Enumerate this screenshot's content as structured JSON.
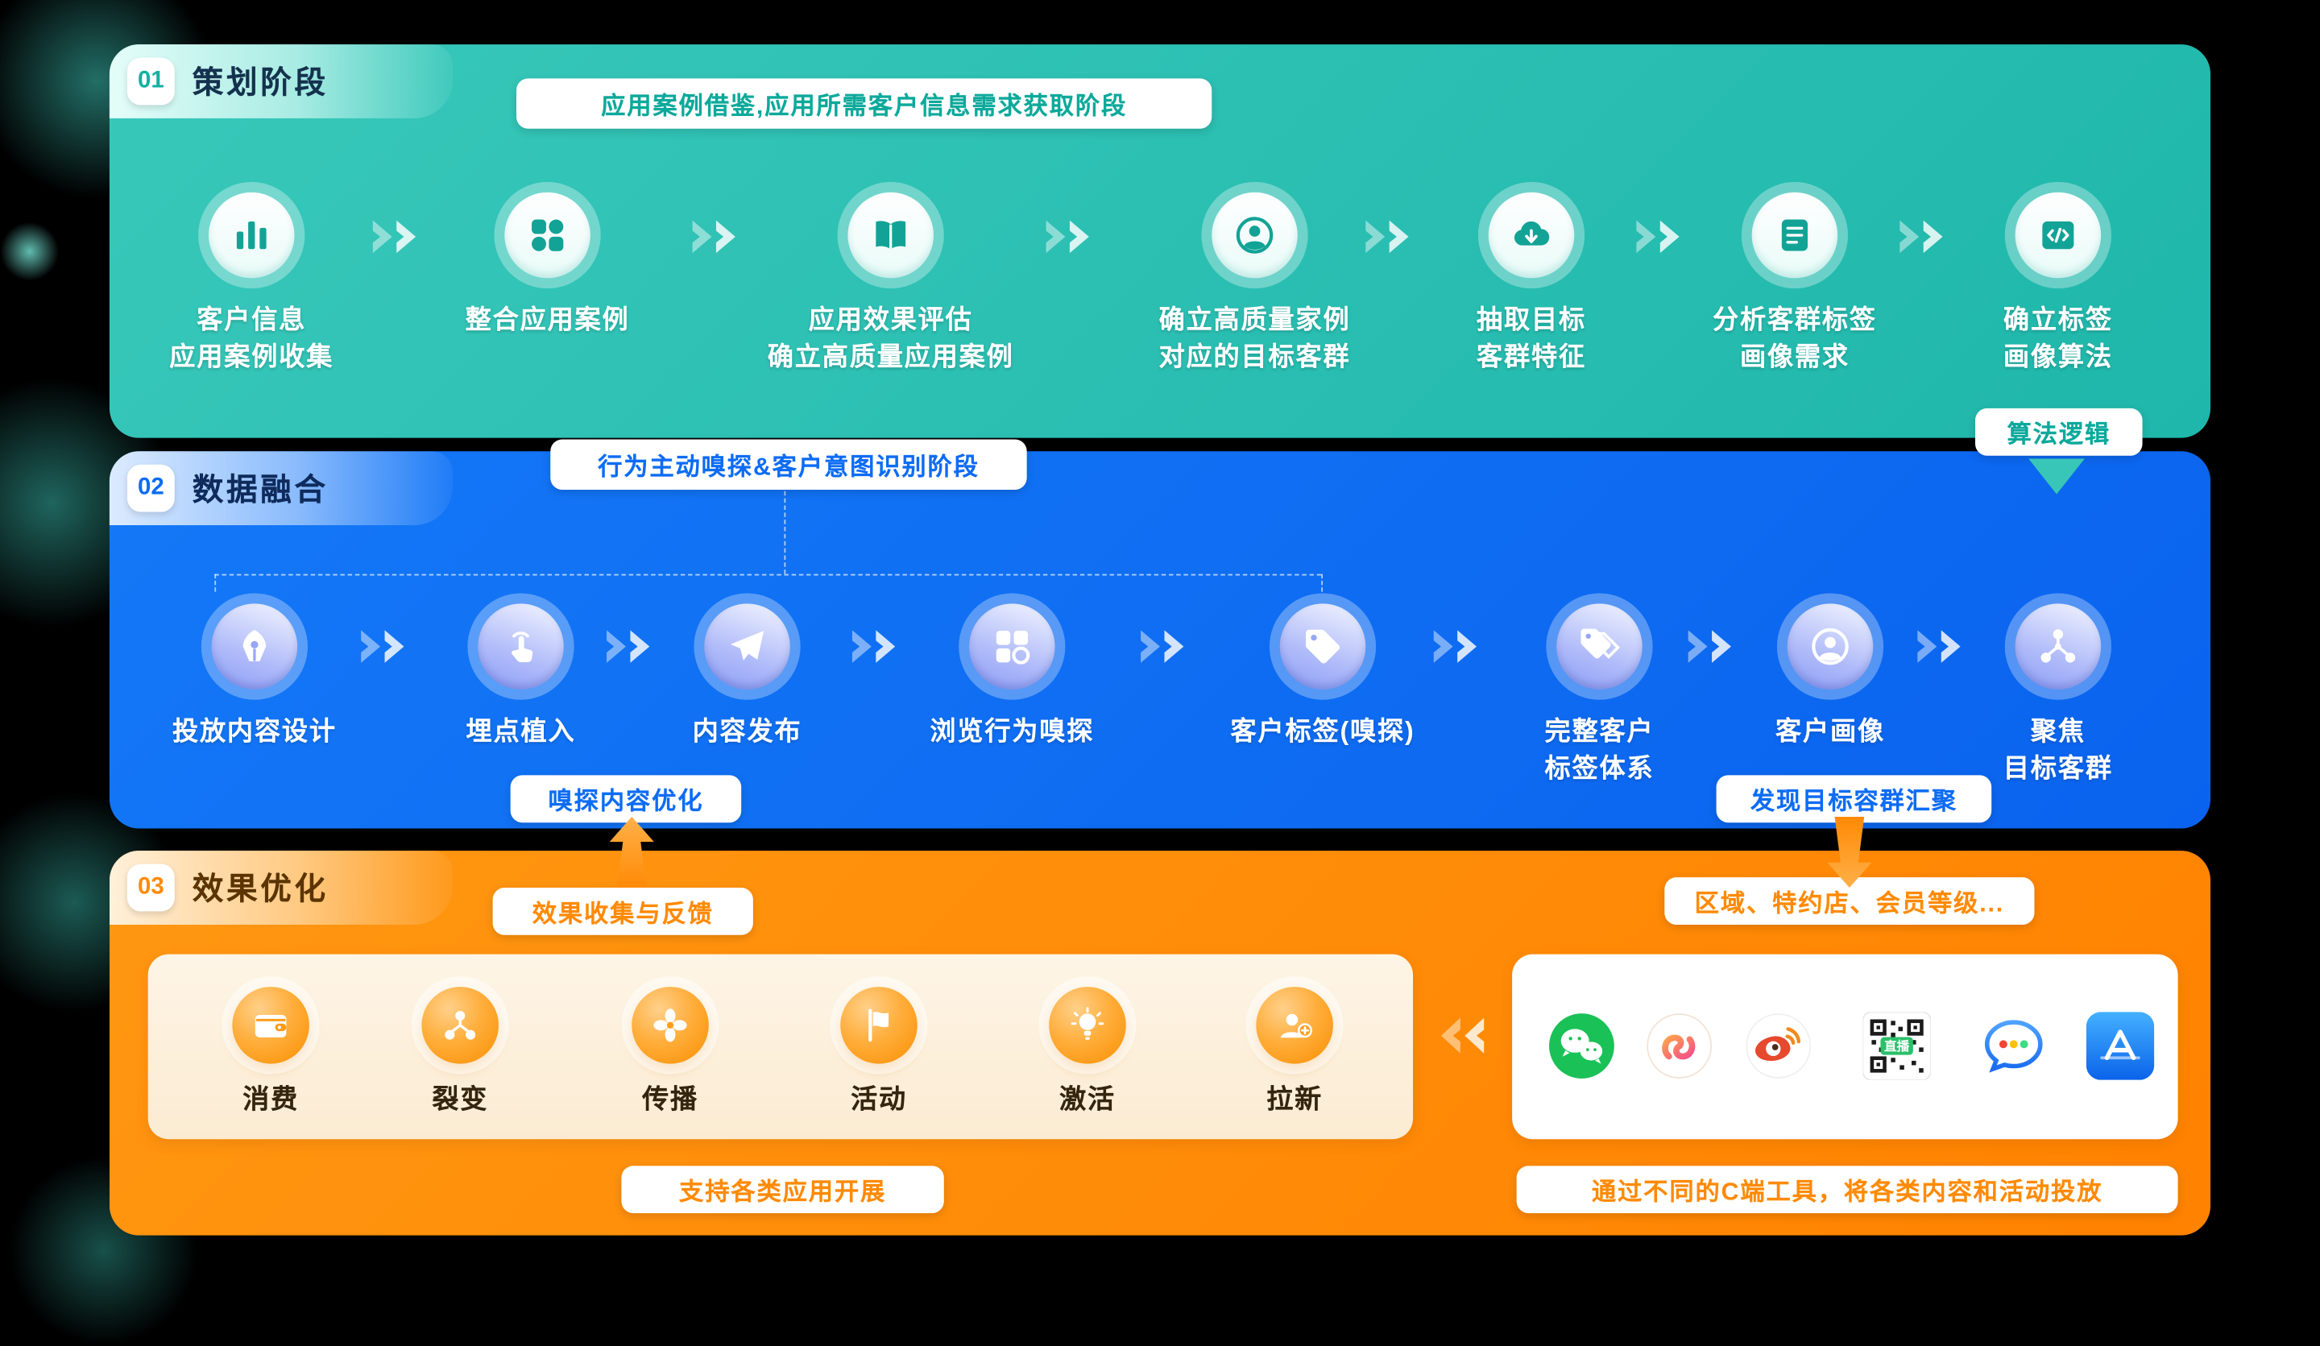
{
  "colors": {
    "teal": "#2BBFB3",
    "blue": "#0D6CF4",
    "orange": "#FF8A05",
    "background": "#000000"
  },
  "phase1": {
    "number": "01",
    "title": "策划阶段",
    "banner": "应用案例借鉴,应用所需客户信息需求获取阶段",
    "steps": [
      {
        "icon": "bar-chart-icon",
        "label": "客户信息\n应用案例收集"
      },
      {
        "icon": "grid-icon",
        "label": "整合应用案例"
      },
      {
        "icon": "open-book-icon",
        "label": "应用效果评估\n确立高质量应用案例"
      },
      {
        "icon": "person-icon",
        "label": "确立高质量家例\n对应的目标客群"
      },
      {
        "icon": "cloud-download-icon",
        "label": "抽取目标\n客群特征"
      },
      {
        "icon": "document-icon",
        "label": "分析客群标签\n画像需求"
      },
      {
        "icon": "code-icon",
        "label": "确立标签\n画像算法"
      }
    ],
    "algorithm_tag": "算法逻辑"
  },
  "phase2": {
    "number": "02",
    "title": "数据融合",
    "banner": "行为主动嗅探&客户意图识别阶段",
    "steps": [
      {
        "icon": "pen-icon",
        "label": "投放内容设计"
      },
      {
        "icon": "tap-icon",
        "label": "埋点植入"
      },
      {
        "icon": "send-icon",
        "label": "内容发布"
      },
      {
        "icon": "browse-grid-icon",
        "label": "浏览行为嗅探"
      },
      {
        "icon": "tag-icon",
        "label": "客户标签(嗅探)"
      },
      {
        "icon": "tags-icon",
        "label": "完整客户\n标签体系"
      },
      {
        "icon": "profile-icon",
        "label": "客户画像"
      },
      {
        "icon": "network-icon",
        "label": "聚焦\n目标客群"
      }
    ],
    "optimize_tag": "嗅探内容优化",
    "discover_tag": "发现目标容群汇聚"
  },
  "phase3": {
    "number": "03",
    "title": "效果优化",
    "feedback_tag": "效果收集与反馈",
    "segment_tag": "区域、特约店、会员等级...",
    "activities": [
      {
        "icon": "wallet-icon",
        "label": "消费"
      },
      {
        "icon": "split-icon",
        "label": "裂变"
      },
      {
        "icon": "fan-icon",
        "label": "传播"
      },
      {
        "icon": "flag-icon",
        "label": "活动"
      },
      {
        "icon": "bulb-icon",
        "label": "激活"
      },
      {
        "icon": "user-plus-icon",
        "label": "拉新"
      }
    ],
    "channels": [
      {
        "icon": "wechat-icon"
      },
      {
        "icon": "channels-icon"
      },
      {
        "icon": "weibo-icon"
      },
      {
        "icon": "qrcode-live-icon",
        "label": "直播"
      },
      {
        "icon": "chat-app-icon"
      },
      {
        "icon": "appstore-icon"
      }
    ],
    "footer_left": "支持各类应用开展",
    "footer_right": "通过不同的C端工具，将各类内容和活动投放"
  }
}
